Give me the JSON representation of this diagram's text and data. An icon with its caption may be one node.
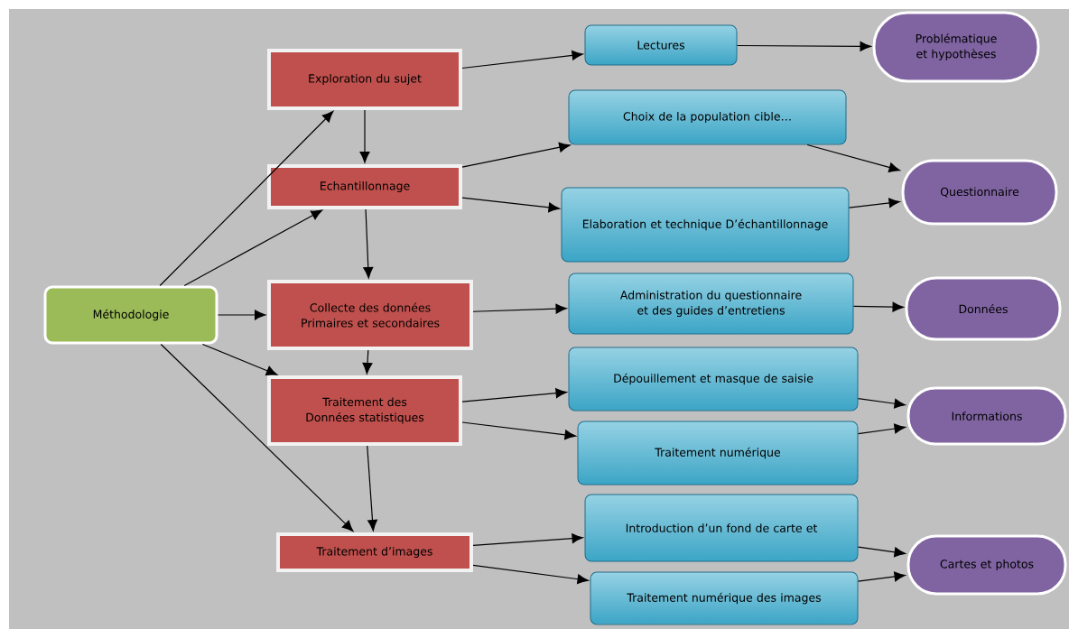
{
  "diagram": {
    "nodes": [
      {
        "text": [
          "Méthodologie"
        ]
      },
      {
        "text": [
          "Exploration du sujet"
        ]
      },
      {
        "text": [
          "Echantillonnage"
        ]
      },
      {
        "text": [
          "Collecte des données Primaires et secondaires"
        ]
      },
      {
        "text": [
          "Traitement des Données statistiques"
        ]
      },
      {
        "text": [
          "Traitement d’images"
        ]
      },
      {
        "text": [
          "Lectures"
        ]
      },
      {
        "text": [
          "Choix de la population cible…"
        ]
      },
      {
        "text": [
          "Elaboration et technique D’échantillonnage"
        ]
      },
      {
        "text": [
          "Administration du questionnaire et des guides d’entretiens"
        ]
      },
      {
        "text": [
          "Dépouillement et masque de saisie"
        ]
      },
      {
        "text": [
          "Traitement numérique"
        ]
      },
      {
        "text": [
          "Introduction d’un fond de carte et"
        ]
      },
      {
        "text": [
          "Traitement numérique des images"
        ]
      },
      {
        "text": [
          "Problématique et hypothèses"
        ]
      },
      {
        "text": [
          "Questionnaire"
        ]
      },
      {
        "text": [
          "Données"
        ]
      },
      {
        "text": [
          "Informations"
        ]
      },
      {
        "text": [
          "Cartes et photos"
        ]
      }
    ],
    "edges": [
      {
        "from": 0,
        "to": 1,
        "arrow": "to"
      },
      {
        "from": 0,
        "to": 2,
        "arrow": "to"
      },
      {
        "from": 0,
        "to": 3,
        "arrow": "to"
      },
      {
        "from": 0,
        "to": 4,
        "arrow": "to"
      },
      {
        "from": 0,
        "to": 5,
        "arrow": "to"
      },
      {
        "from": 1,
        "to": 2,
        "arrow": "to"
      },
      {
        "from": 2,
        "to": 3,
        "arrow": "to"
      },
      {
        "from": 3,
        "to": 4,
        "arrow": "to"
      },
      {
        "from": 4,
        "to": 5,
        "arrow": "to"
      },
      {
        "from": 1,
        "to": 6,
        "arrow": "to"
      },
      {
        "from": 2,
        "to": 7,
        "arrow": "to"
      },
      {
        "from": 2,
        "to": 8,
        "arrow": "to"
      },
      {
        "from": 3,
        "to": 9,
        "arrow": "to"
      },
      {
        "from": 4,
        "to": 10,
        "arrow": "to"
      },
      {
        "from": 4,
        "to": 11,
        "arrow": "to"
      },
      {
        "from": 5,
        "to": 12,
        "arrow": "to"
      },
      {
        "from": 5,
        "to": 13,
        "arrow": "to"
      },
      {
        "from": 6,
        "to": 14,
        "arrow": "to"
      },
      {
        "from": 7,
        "to": 15,
        "arrow": "to"
      },
      {
        "from": 8,
        "to": 15,
        "arrow": "to"
      },
      {
        "from": 9,
        "to": 16,
        "arrow": "to"
      },
      {
        "from": 10,
        "to": 17,
        "arrow": "to"
      },
      {
        "from": 11,
        "to": 17,
        "arrow": "to"
      },
      {
        "from": 12,
        "to": 18,
        "arrow": "to"
      },
      {
        "from": 13,
        "to": 18,
        "arrow": "to"
      }
    ]
  }
}
